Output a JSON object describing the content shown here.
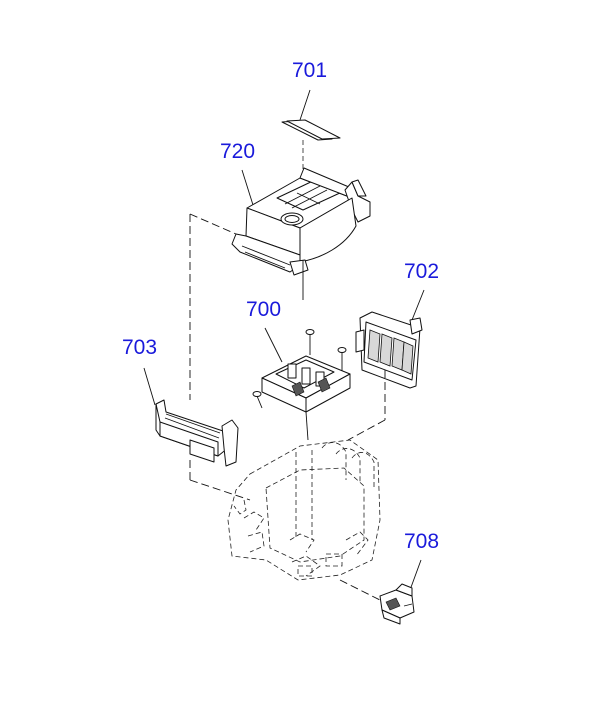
{
  "callouts": {
    "c701": "701",
    "c720": "720",
    "c702": "702",
    "c700": "700",
    "c703": "703",
    "c708": "708"
  },
  "colors": {
    "callout_text": "#1a1adb",
    "line": "#111111",
    "background": "#ffffff"
  }
}
